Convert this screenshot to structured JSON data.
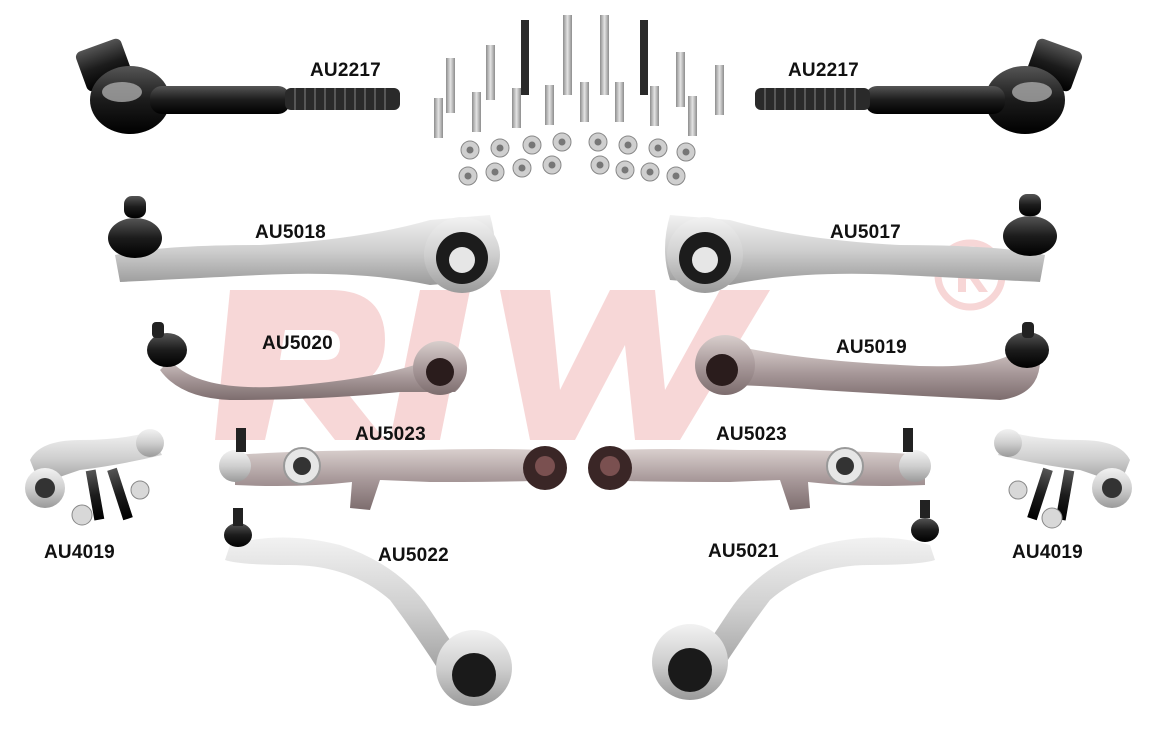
{
  "watermark": {
    "color": "#f4c6c6"
  },
  "parts": {
    "tie_rod_end_left": "AU2217",
    "tie_rod_end_right": "AU2217",
    "upper_arm_rear_left": "AU5018",
    "upper_arm_rear_right": "AU5017",
    "upper_arm_front_left": "AU5020",
    "upper_arm_front_right": "AU5019",
    "lower_arm_left": "AU5023",
    "lower_arm_right": "AU5023",
    "stabilizer_link_left": "AU4019",
    "stabilizer_link_right": "AU4019",
    "curved_arm_left": "AU5022",
    "curved_arm_right": "AU5021"
  }
}
